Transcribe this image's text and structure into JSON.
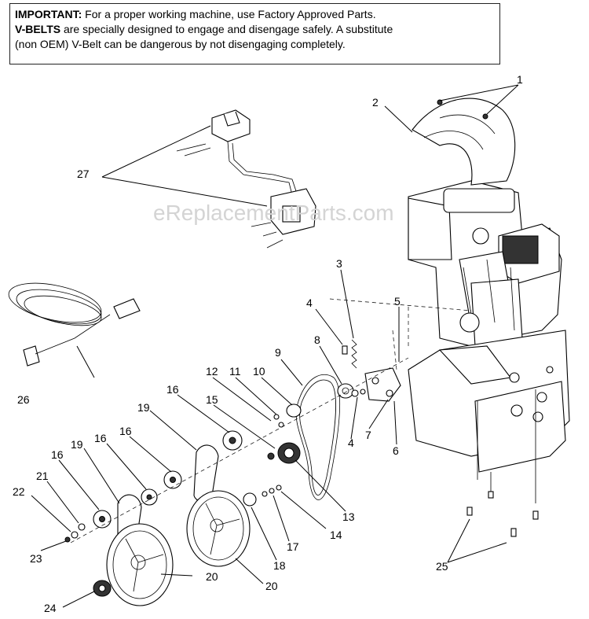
{
  "notice": {
    "line1_bold": "IMPORTANT:",
    "line1_text": " For a proper working machine, use Factory Approved Parts.",
    "line2_bold": "V-BELTS",
    "line2_text": " are specially designed to engage and disengage safely.  A substitute",
    "line3_text": "(non OEM) V-Belt can be dangerous by not disengaging completely."
  },
  "watermark": "eReplacementParts.com",
  "callouts": {
    "c1": "1",
    "c2": "2",
    "c3": "3",
    "c4a": "4",
    "c4b": "4",
    "c5": "5",
    "c6": "6",
    "c7": "7",
    "c8": "8",
    "c9": "9",
    "c10": "10",
    "c11": "11",
    "c12": "12",
    "c13": "13",
    "c14": "14",
    "c15": "15",
    "c16a": "16",
    "c16b": "16",
    "c16c": "16",
    "c16d": "16",
    "c17": "17",
    "c18": "18",
    "c19a": "19",
    "c19b": "19",
    "c20a": "20",
    "c20b": "20",
    "c21": "21",
    "c22": "22",
    "c23": "23",
    "c24": "24",
    "c25": "25",
    "c26": "26",
    "c27": "27"
  }
}
